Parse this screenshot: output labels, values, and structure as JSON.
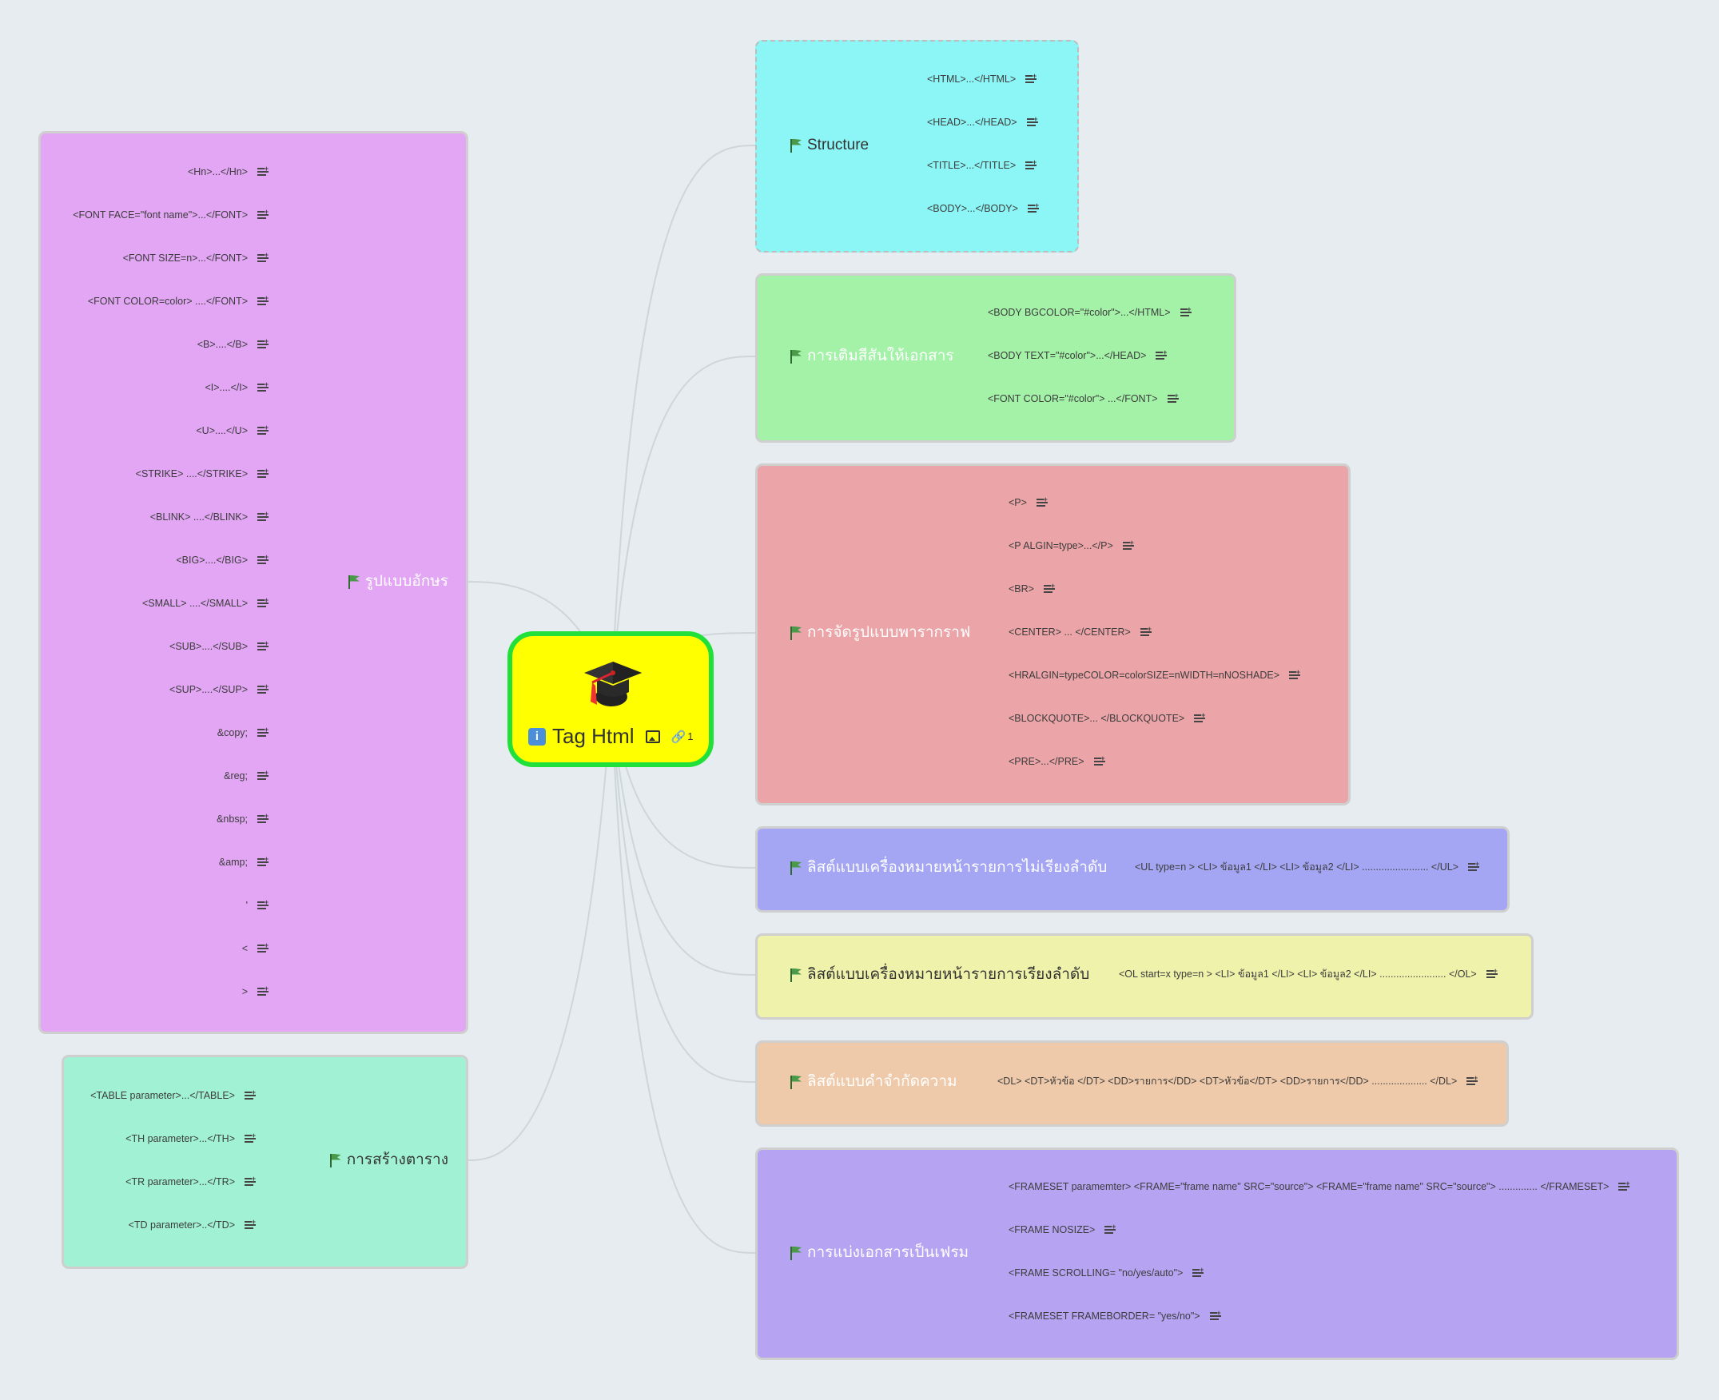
{
  "central": {
    "title": "Tag Html",
    "info_icon": "info-icon",
    "image_icon": "image-icon",
    "link_icon": "link-icon",
    "link_count": "1",
    "emoji_icon": "graduation-cap-icon",
    "fill": "#ffff00",
    "border": "#22e03a"
  },
  "branches": {
    "structure": {
      "label": "Structure",
      "fill": "#8cf5f5",
      "items": [
        "<HTML>...</HTML>",
        "<HEAD>...</HEAD>",
        "<TITLE>...</TITLE>",
        "<BODY>...</BODY>"
      ]
    },
    "color": {
      "label": "การเติมสีสันให้เอกสาร",
      "fill": "#a3f2a8",
      "items": [
        "<BODY BGCOLOR=\"#color\">...</HTML>",
        "<BODY TEXT=\"#color\">...</HEAD>",
        "<FONT COLOR=\"#color\"> ...</FONT>"
      ]
    },
    "paragraph": {
      "label": "การจัดรูปแบบพารากราฟ",
      "fill": "#eba4a7",
      "items": [
        "<P>",
        "<P ALGIN=type>...</P>",
        "<BR>",
        "<CENTER> ... </CENTER>",
        "<HRALGIN=typeCOLOR=colorSIZE=nWIDTH=nNOSHADE>",
        "<BLOCKQUOTE>... </BLOCKQUOTE>",
        "<PRE>...</PRE>"
      ]
    },
    "ul": {
      "label": "ลิสต์แบบเครื่องหมายหน้ารายการไม่เรียงลำดับ",
      "fill": "#a4a6f4",
      "items": [
        "<UL type=n > <LI> ข้อมูล1 </LI> <LI> ข้อมูล2 </LI> ........................ </UL>"
      ]
    },
    "ol": {
      "label": "ลิสต์แบบเครื่องหมายหน้ารายการเรียงลำดับ",
      "fill": "#eff2aa",
      "items": [
        "<OL start=x type=n > <LI> ข้อมูล1 </LI> <LI> ข้อมูล2 </LI> ........................ </OL>"
      ]
    },
    "dl": {
      "label": "ลิสต์แบบคำจำกัดความ",
      "fill": "#efcaaa",
      "items": [
        "<DL> <DT>หัวข้อ </DT> <DD>รายการ</DD> <DT>หัวข้อ</DT> <DD>รายการ</DD> .................... </DL>"
      ]
    },
    "frame": {
      "label": "การแบ่งเอกสารเป็นเฟรม",
      "fill": "#b6a4f2",
      "items": [
        "<FRAMESET paramemter>  <FRAME=\"frame name\" SRC=\"source\">  <FRAME=\"frame name\" SRC=\"source\">  ..............  </FRAMESET>",
        "<FRAME NOSIZE>",
        "<FRAME SCROLLING= \"no/yes/auto\">",
        "<FRAMESET FRAMEBORDER= \"yes/no\">"
      ]
    },
    "font": {
      "label": "รูปแบบอักษร",
      "fill": "#e2a6f4",
      "items": [
        "<Hn>...</Hn>",
        "<FONT FACE=\"font name\">...</FONT>",
        "<FONT SIZE=n>...</FONT>",
        "<FONT COLOR=color>  ....</FONT>",
        "<B>....</B>",
        "<I>....</I>",
        "<U>....</U>",
        "<STRIKE> ....</STRIKE>",
        "<BLINK> ....</BLINK>",
        "<BIG>....</BIG>",
        "<SMALL> ....</SMALL>",
        "<SUB>....</SUB>",
        "<SUP>....</SUP>",
        "&copy;",
        "&reg;",
        "&nbsp;",
        "&amp;",
        "'",
        "<",
        ">"
      ]
    },
    "table": {
      "label": "การสร้างตาราง",
      "fill": "#a1f2d4",
      "items": [
        "<TABLE parameter>...</TABLE>",
        "<TH parameter>...</TH>",
        "<TR parameter>...</TR>",
        "<TD parameter>..</TD>"
      ]
    }
  },
  "icons": {
    "flag": "flag-icon",
    "note": "note-icon"
  }
}
